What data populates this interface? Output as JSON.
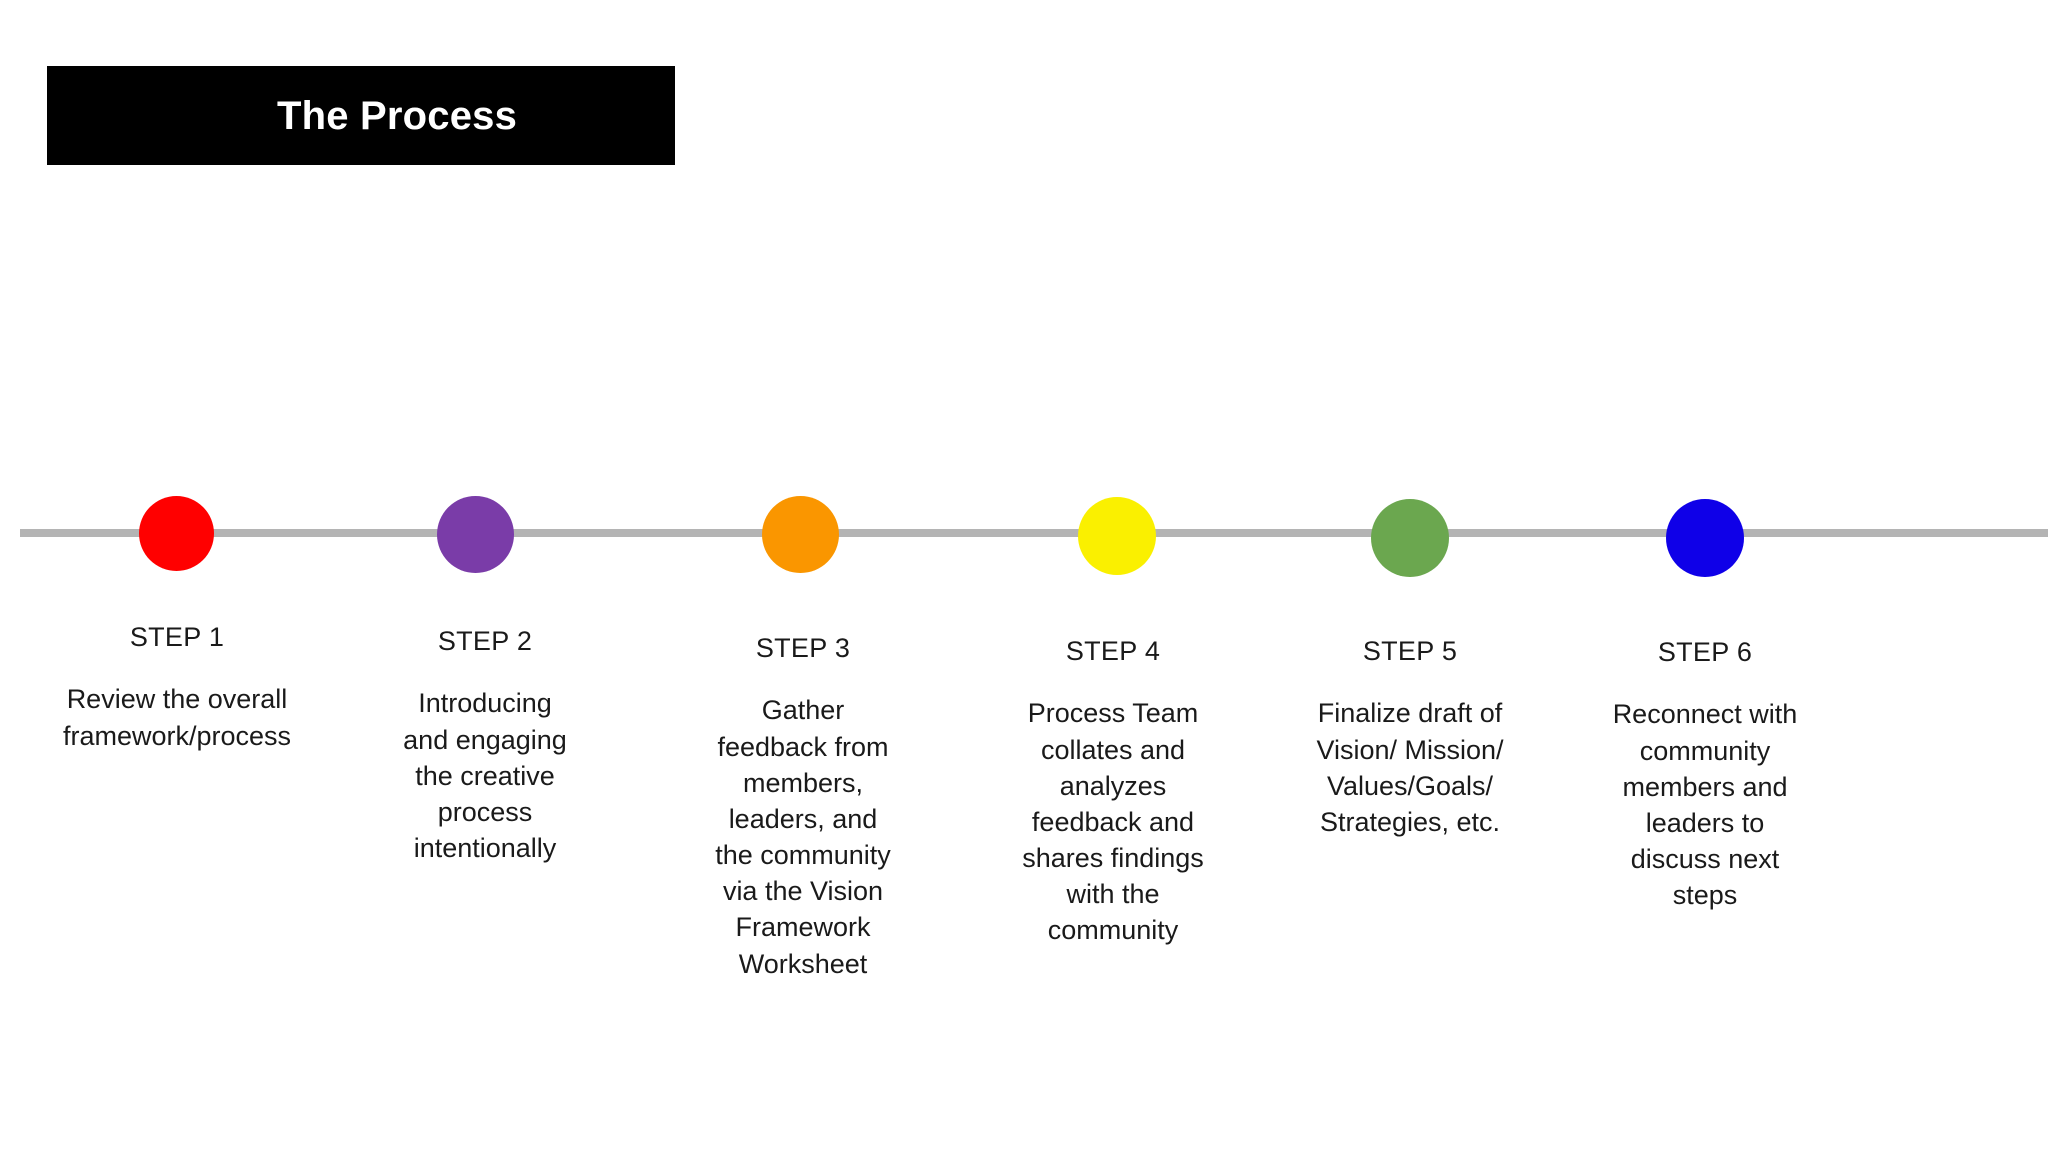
{
  "page": {
    "background_color": "#ffffff",
    "title_banner": {
      "text": "The Process",
      "background_color": "#000000",
      "text_color": "#ffffff"
    }
  },
  "timeline": {
    "line_color": "#b4b4b4",
    "steps": [
      {
        "label": "STEP 1",
        "description": "Review the overall\nframework/process",
        "color": "#ff0000",
        "color_name": "red"
      },
      {
        "label": "STEP 2",
        "description": "Introducing\nand engaging\nthe creative\nprocess\nintentionally",
        "color": "#7a3ca8",
        "color_name": "purple"
      },
      {
        "label": "STEP 3",
        "description": "Gather\nfeedback from\nmembers,\nleaders, and\nthe community\nvia the Vision\nFramework\nWorksheet",
        "color": "#fa9600",
        "color_name": "orange"
      },
      {
        "label": "STEP 4",
        "description": "Process Team\ncollates and\nanalyzes\nfeedback and\nshares findings\nwith the\ncommunity",
        "color": "#faf000",
        "color_name": "yellow"
      },
      {
        "label": "STEP 5",
        "description": "Finalize draft of\nVision/ Mission/\nValues/Goals/\nStrategies, etc.",
        "color": "#6ba74f",
        "color_name": "green"
      },
      {
        "label": "STEP 6",
        "description": "Reconnect with\ncommunity\nmembers and\nleaders to\ndiscuss next\nsteps",
        "color": "#0f00e8",
        "color_name": "blue"
      }
    ]
  }
}
